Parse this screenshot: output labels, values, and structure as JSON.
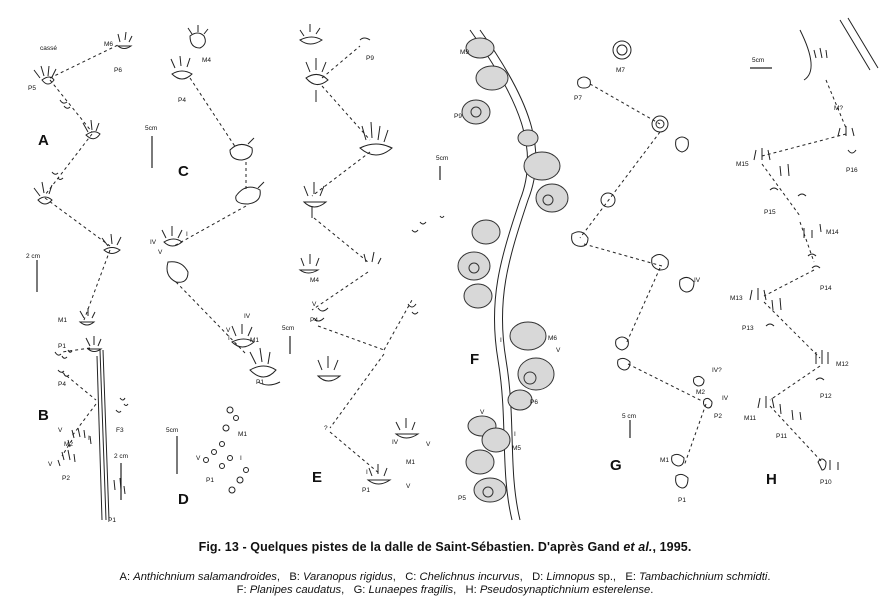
{
  "panels": [
    {
      "letter": "A",
      "labels": [
        "cassé",
        "P5",
        "M6",
        "P6"
      ],
      "scale": "2 cm"
    },
    {
      "letter": "B",
      "labels": [
        "M1",
        "P1",
        "P4",
        "F3",
        "M2",
        "P2",
        "V",
        "V",
        "I",
        "P1"
      ],
      "scale": "2 cm"
    },
    {
      "letter": "C",
      "labels": [
        "M4",
        "P4",
        "IV",
        "V",
        "I",
        "IV",
        "V",
        "I",
        "M1",
        "P1"
      ],
      "scale": "5cm"
    },
    {
      "letter": "D",
      "labels": [
        "M1",
        "V",
        "I",
        "P1"
      ],
      "scale": "5cm"
    },
    {
      "letter": "E",
      "labels": [
        "P9",
        "M4",
        "P4",
        "V",
        "?",
        "IV",
        "M1",
        "V",
        "I",
        "P1",
        "V"
      ],
      "scale": "5cm"
    },
    {
      "letter": "F",
      "labels": [
        "M9",
        "P9",
        "M6",
        "V",
        "P6",
        "V",
        "I",
        "M5",
        "P5",
        "I"
      ],
      "scale": "5cm"
    },
    {
      "letter": "G",
      "labels": [
        "M7",
        "P7",
        "IV",
        "IV?",
        "M2",
        "IV",
        "P2",
        "M1",
        "P1"
      ],
      "scale": "5 cm"
    },
    {
      "letter": "H",
      "labels": [
        "M?",
        "M15",
        "P16",
        "P15",
        "M14",
        "P14",
        "M13",
        "P13",
        "M12",
        "P12",
        "M11",
        "P11",
        "P10"
      ],
      "scale": "5cm"
    }
  ],
  "caption": {
    "title_main": "Fig. 13 - Quelques pistes de la dalle de Saint-Sébastien. D'après Gand ",
    "title_etal": "et al.",
    "title_end": ", 1995.",
    "legend": [
      {
        "key": "A: ",
        "name": "Anthichnium salamandroides",
        "sep": ",   "
      },
      {
        "key": "B: ",
        "name": "Varanopus rigidus",
        "sep": ",   "
      },
      {
        "key": "C: ",
        "name": "Chelichnus incurvus",
        "sep": ",   "
      },
      {
        "key": "D: ",
        "name": "Limnopus",
        "sep": " sp.,   "
      },
      {
        "key": "E: ",
        "name": "Tambachichnium schmidti",
        "sep": ".",
        "break_after": true
      },
      {
        "key": "F: ",
        "name": "Planipes caudatus",
        "sep": ",   "
      },
      {
        "key": "G: ",
        "name": "Lunaepes fragilis",
        "sep": ",   "
      },
      {
        "key": "H: ",
        "name": "Pseudosynaptichnium esterelense",
        "sep": "."
      }
    ]
  }
}
